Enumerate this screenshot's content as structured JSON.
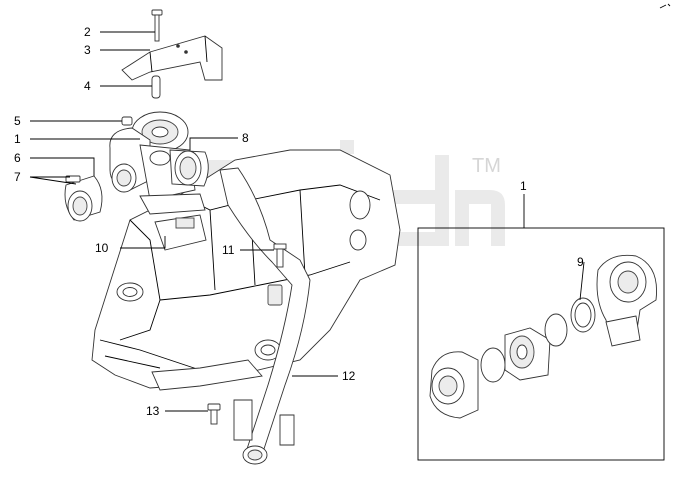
{
  "watermark": {
    "trademark": "TM",
    "color": "#d9d9d9"
  },
  "callouts": {
    "c1_main": "1",
    "c2": "2",
    "c3": "3",
    "c4": "4",
    "c5": "5",
    "c6": "6",
    "c7": "7",
    "c8": "8",
    "c9": "9",
    "c10": "10",
    "c11": "11",
    "c12": "12",
    "c13": "13",
    "c1_detail": "1"
  },
  "icons": [
    "turbocharger",
    "heat-shield",
    "bolt",
    "pin",
    "hose",
    "clamp",
    "oil-return-pipe",
    "engine-block",
    "gasket"
  ]
}
